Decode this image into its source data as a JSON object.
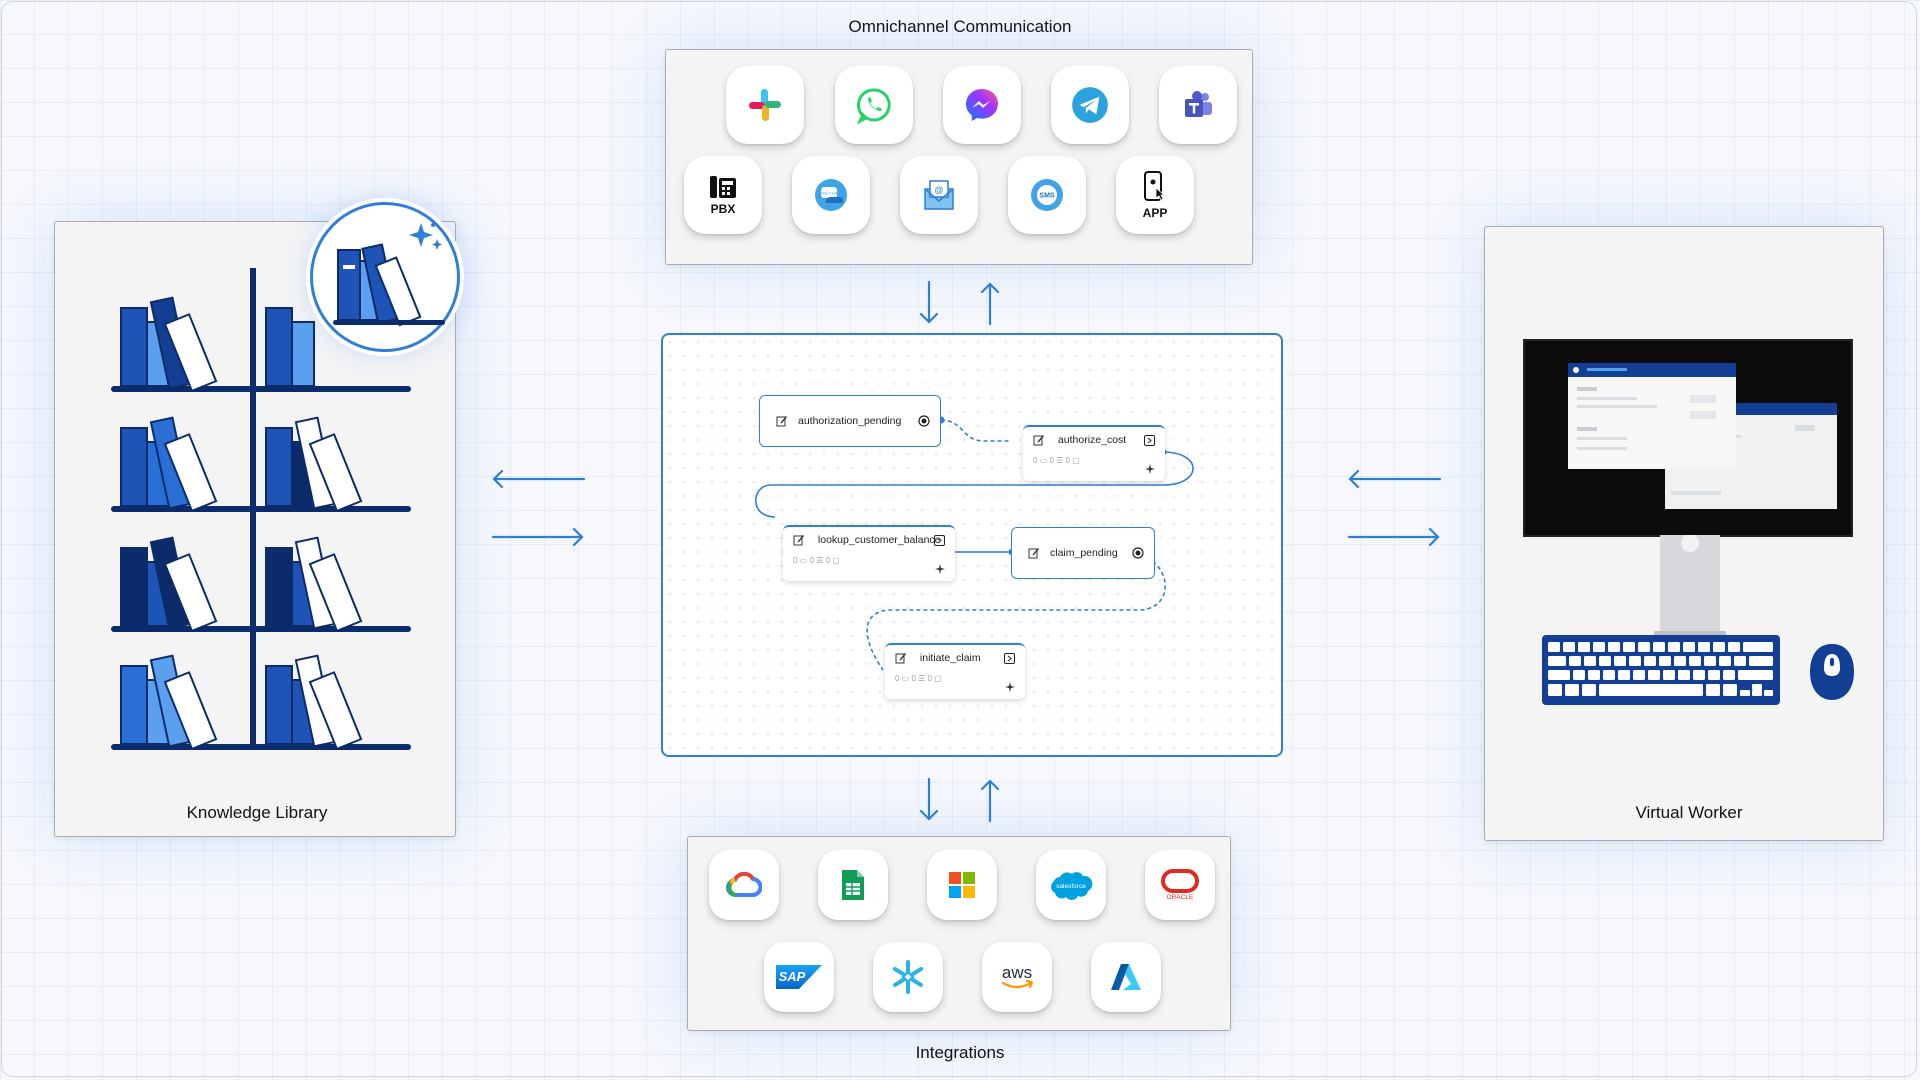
{
  "labels": {
    "omnichannel": "Omnichannel Communication",
    "knowledge": "Knowledge Library",
    "virtual_worker": "Virtual Worker",
    "integrations": "Integrations"
  },
  "channels": {
    "row1": [
      "slack-icon",
      "whatsapp-icon",
      "messenger-icon",
      "telegram-icon",
      "teams-icon"
    ],
    "row2": [
      "pbx-icon",
      "webchat-icon",
      "email-icon",
      "sms-icon",
      "app-icon"
    ],
    "pbx_label": "PBX",
    "web_label": "WEB CHAT",
    "sms_label": "SMS",
    "app_label": "APP"
  },
  "integrations": {
    "row1": [
      "google-cloud-icon",
      "google-sheets-icon",
      "microsoft-icon",
      "salesforce-icon",
      "oracle-icon"
    ],
    "row2": [
      "sap-icon",
      "snowflake-icon",
      "aws-icon",
      "azure-icon"
    ],
    "salesforce_label": "salesforce",
    "oracle_label": "ORACLE",
    "sap_label": "SAP",
    "aws_label": "aws"
  },
  "workflow": {
    "nodes": [
      {
        "name": "authorization_pending",
        "kind": "state"
      },
      {
        "name": "authorize_cost",
        "kind": "action",
        "meta": "0 ▭   0 ☰   0 ▢"
      },
      {
        "name": "lookup_customer_balance",
        "kind": "action",
        "meta": "0 ▭   0 ☰   0 ▢"
      },
      {
        "name": "claim_pending",
        "kind": "state"
      },
      {
        "name": "initiate_claim",
        "kind": "action",
        "meta": "0 ▭   0 ☰   0 ▢"
      }
    ]
  },
  "colors": {
    "accent": "#2f7fd8",
    "navy": "#0b2b6b",
    "dark_blue": "#123f94",
    "mid_blue": "#2a6fd6",
    "light_blue": "#5aa0ee"
  }
}
